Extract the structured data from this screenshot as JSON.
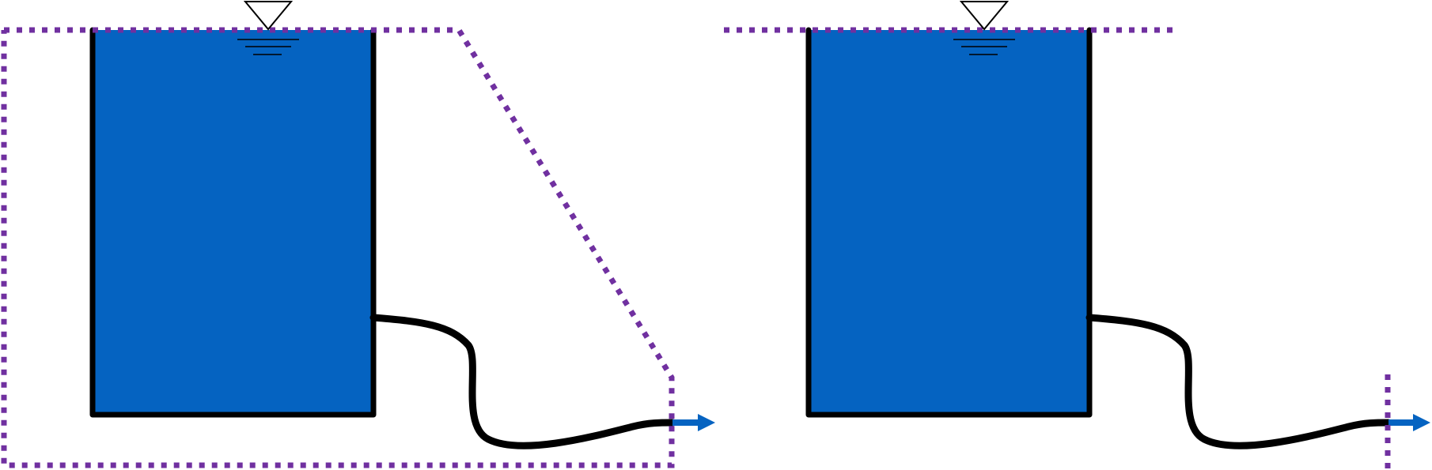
{
  "colors": {
    "water": "#0563C1",
    "wall": "#000000",
    "control_volume": "#7030A0",
    "flow_arrow": "#0563C1",
    "background": "#FFFFFF",
    "free_surface_marker_fill": "#FFFFFF"
  },
  "panels": [
    {
      "name": "left",
      "control_volume_style": "dotted closed boundary enclosing tank and hose",
      "has_free_surface_symbol": true,
      "has_outflow_arrow": true
    },
    {
      "name": "right",
      "control_volume_style": "dotted line at free surface and vertical dotted line at hose exit",
      "has_free_surface_symbol": true,
      "has_outflow_arrow": true
    }
  ]
}
